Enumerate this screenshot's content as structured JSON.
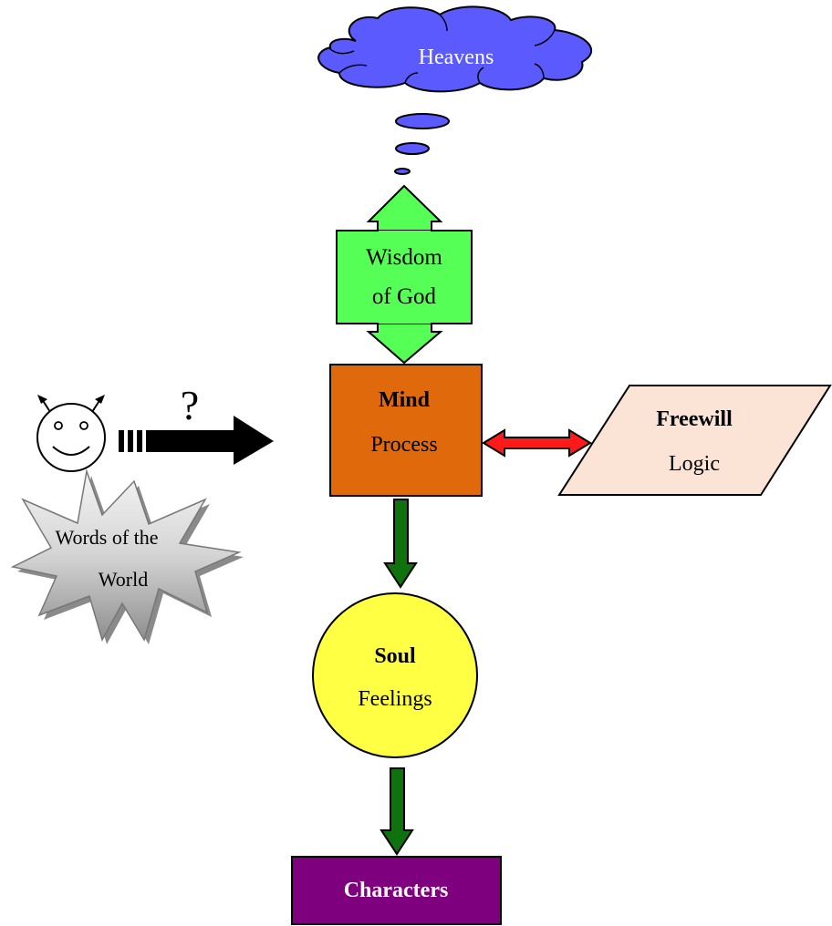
{
  "heavens": {
    "label": "Heavens"
  },
  "wisdom": {
    "line1": "Wisdom",
    "line2": "of God"
  },
  "mind": {
    "title": "Mind",
    "subtitle": "Process"
  },
  "freewill": {
    "title": "Freewill",
    "subtitle": "Logic"
  },
  "soul": {
    "title": "Soul",
    "subtitle": "Feelings"
  },
  "characters": {
    "label": "Characters"
  },
  "world": {
    "line1": "Words of the",
    "line2": "World"
  },
  "question": {
    "mark": "?"
  },
  "colors": {
    "heavens_fill": "#5a5aff",
    "wisdom_fill": "#55ff55",
    "mind_fill": "#e0690c",
    "freewill_fill": "#fbe4d6",
    "soul_fill": "#ffff44",
    "characters_fill": "#7f007f",
    "down_arrow_fill": "#0f720f",
    "double_arrow_fill": "#ff1a1a",
    "world_fill": "#c8c8c8",
    "black_arrow_fill": "#000000"
  },
  "icons": [
    "cloud-icon",
    "thought-bubble-icon",
    "double-arrow-icon",
    "smiley-devil-icon",
    "explosion-icon",
    "arrow-icon"
  ]
}
